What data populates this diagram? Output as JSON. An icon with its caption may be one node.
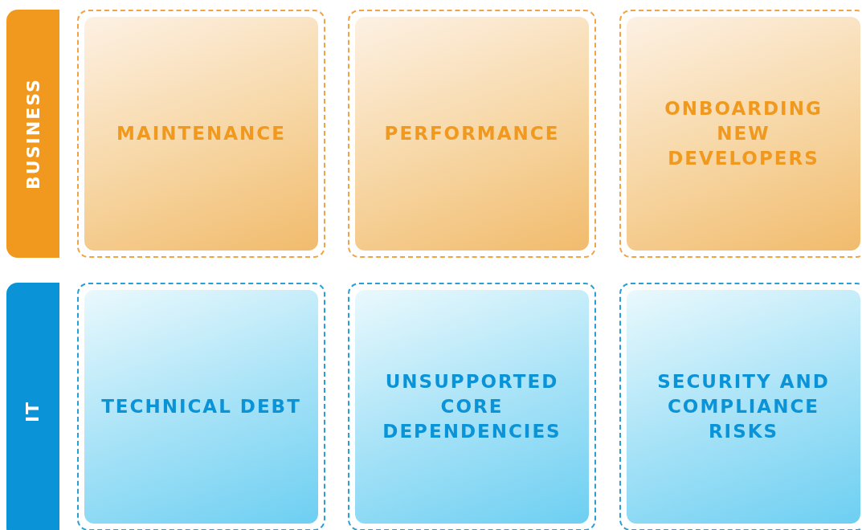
{
  "diagram": {
    "nodes": [
      {
        "text": [
          "BUSINESS"
        ]
      },
      {
        "text": [
          "MAINTENANCE"
        ]
      },
      {
        "text": [
          "PERFORMANCE"
        ]
      },
      {
        "text": [
          "ONBOARDING NEW DEVELOPERS"
        ]
      },
      {
        "text": [
          "IT"
        ]
      },
      {
        "text": [
          "TECHNICAL DEBT"
        ]
      },
      {
        "text": [
          "UNSUPPORTED CORE DEPENDENCIES"
        ]
      },
      {
        "text": [
          "SECURITY AND COMPLIANCE RISKS"
        ]
      }
    ]
  }
}
